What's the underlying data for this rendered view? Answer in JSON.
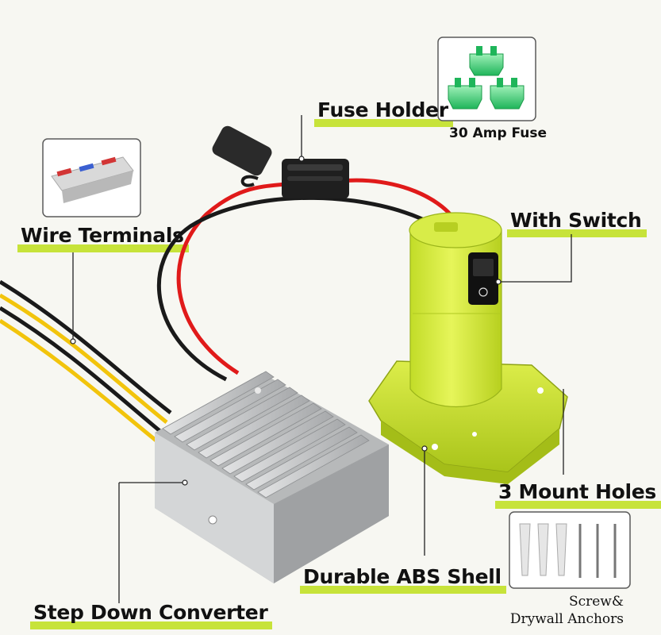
{
  "labels": {
    "fuse_holder": "Fuse Holder",
    "fuse_caption": "30 Amp Fuse",
    "wire_terminals": "Wire Terminals",
    "with_switch": "With Switch",
    "mount_holes": "3 Mount Holes",
    "abs_shell": "Durable ABS Shell",
    "step_down": "Step Down Converter",
    "anchors_line1": "Screw&",
    "anchors_line2": "Drywall Anchors"
  },
  "colors": {
    "background": "#f7f7f2",
    "highlight": "#c7e33a",
    "adapter_body": "#d3e93c",
    "wire_red": "#e01a1a",
    "wire_black": "#1a1a1a",
    "wire_yellow": "#f2c40c",
    "heatsink": "#c9cbcc",
    "fuse_green": "#3fd17a"
  }
}
